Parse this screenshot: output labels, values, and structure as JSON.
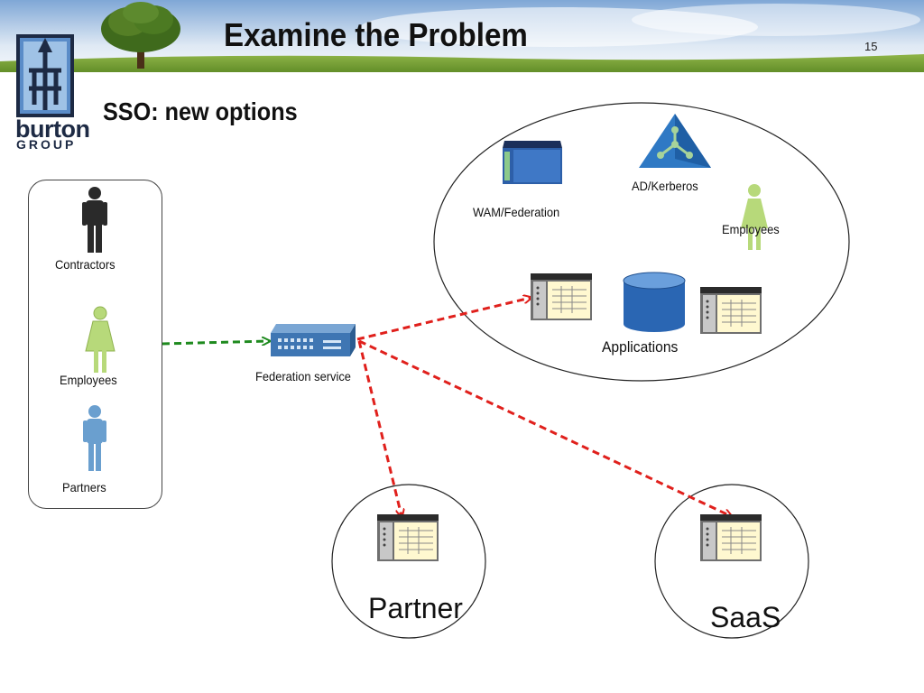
{
  "slide": {
    "title": "Examine the Problem",
    "number": "15",
    "subtitle": "SSO: new options"
  },
  "logo": {
    "line1": "burton",
    "line2": "GROUP"
  },
  "users": {
    "contractors": "Contractors",
    "employees": "Employees",
    "partners": "Partners"
  },
  "federation_service": "Federation service",
  "enterprise": {
    "wam": "WAM/Federation",
    "ad": "AD/Kerberos",
    "employees": "Employees",
    "applications": "Applications"
  },
  "partner_label": "Partner",
  "saas_label": "SaaS",
  "colors": {
    "green_arrow": "#1e8a1e",
    "red_arrow": "#e0201c",
    "employee_figure": "#b7d97a",
    "partner_figure": "#6a9fcf",
    "contractor_figure": "#2a2a2a"
  }
}
